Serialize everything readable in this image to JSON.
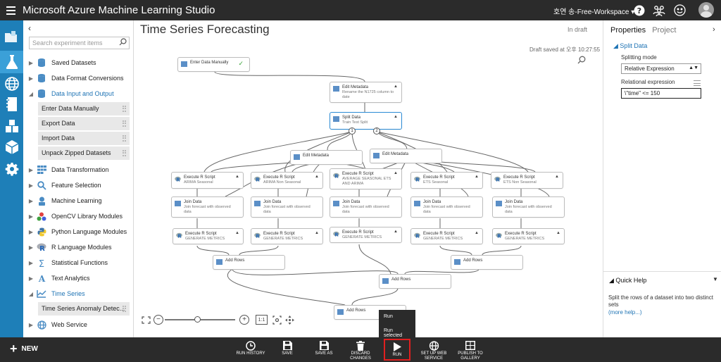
{
  "app": {
    "title": "Microsoft Azure Machine Learning Studio",
    "workspace": "호연 송-Free-Workspace ▾"
  },
  "palette": {
    "collapse_glyph": "‹",
    "search_placeholder": "Search experiment items",
    "categories": [
      {
        "label": "Saved Datasets",
        "icon": "database-icon",
        "expanded": false
      },
      {
        "label": "Data Format Conversions",
        "icon": "database-icon",
        "expanded": false
      },
      {
        "label": "Data Input and Output",
        "icon": "database-icon",
        "expanded": true,
        "items": [
          "Enter Data Manually",
          "Export Data",
          "Import Data",
          "Unpack Zipped Datasets"
        ]
      },
      {
        "label": "Data Transformation",
        "icon": "grid-icon",
        "expanded": false
      },
      {
        "label": "Feature Selection",
        "icon": "magnifier-icon",
        "expanded": false
      },
      {
        "label": "Machine Learning",
        "icon": "machine-learning-icon",
        "expanded": false
      },
      {
        "label": "OpenCV Library Modules",
        "icon": "opencv-icon",
        "expanded": false
      },
      {
        "label": "Python Language Modules",
        "icon": "python-icon",
        "expanded": false
      },
      {
        "label": "R Language Modules",
        "icon": "r-icon",
        "expanded": false
      },
      {
        "label": "Statistical Functions",
        "icon": "sigma-icon",
        "expanded": false
      },
      {
        "label": "Text Analytics",
        "icon": "text-icon",
        "expanded": false
      },
      {
        "label": "Time Series",
        "icon": "timeseries-icon",
        "expanded": true,
        "items": [
          "Time Series Anomaly Detec..."
        ]
      },
      {
        "label": "Web Service",
        "icon": "globe-icon",
        "expanded": false
      }
    ]
  },
  "canvas": {
    "title": "Time Series Forecasting",
    "status": "In draft",
    "saved": "Draft saved at 오후 10:27:55",
    "nodes": {
      "enter": {
        "title": "Enter Data Manually"
      },
      "meta1": {
        "title": "Edit Metadata",
        "sub": "Rename the N1725 column to date"
      },
      "split": {
        "title": "Split Data",
        "sub": "Train Test Split"
      },
      "meta2": {
        "title": "Edit Metadata"
      },
      "meta3": {
        "title": "Edit Metadata"
      },
      "r1": {
        "title": "Execute R Script",
        "sub": "ARIMA Seasonal"
      },
      "r2": {
        "title": "Execute R Script",
        "sub": "ARIMA Non Seasonal"
      },
      "r3": {
        "title": "Execute R Script",
        "sub": "AVERAGE SEASONAL ETS AND ARIMA"
      },
      "r4": {
        "title": "Execute R Script",
        "sub": "ETS Seasonal"
      },
      "r5": {
        "title": "Execute R Script",
        "sub": "ETS Non Seasonal"
      },
      "j1": {
        "title": "Join Data",
        "sub": "Join forecast with observed data"
      },
      "j2": {
        "title": "Join Data",
        "sub": "Join forecast with observed data"
      },
      "j3": {
        "title": "Join Data",
        "sub": "Join forecast with observed data"
      },
      "j4": {
        "title": "Join Data",
        "sub": "Join forecast with observed data"
      },
      "j5": {
        "title": "Join Data",
        "sub": "Join forecast with observed data"
      },
      "g1": {
        "title": "Execute R Script",
        "sub": "GENERATE METRICS"
      },
      "g2": {
        "title": "Execute R Script",
        "sub": "GENERATE METRICS"
      },
      "g3": {
        "title": "Execute R Script",
        "sub": "GENERATE METRICS"
      },
      "g4": {
        "title": "Execute R Script",
        "sub": "GENERATE METRICS"
      },
      "g5": {
        "title": "Execute R Script",
        "sub": "GENERATE METRICS"
      },
      "a1": {
        "title": "Add Rows"
      },
      "a2": {
        "title": "Add Rows"
      },
      "a3": {
        "title": "Add Rows"
      },
      "a4": {
        "title": "Add Rows"
      }
    },
    "ports": {
      "p1": "1",
      "p2": "2"
    },
    "zoom": {
      "minus": "−",
      "plus": "+",
      "actual_size": "1:1"
    },
    "run_menu": {
      "run": "Run",
      "run_selected": "Run selected"
    }
  },
  "properties": {
    "tab_properties": "Properties",
    "tab_project": "Project",
    "collapse_glyph": "›",
    "section": "Split Data",
    "splitting_mode_label": "Splitting mode",
    "splitting_mode_value": "Relative Expression",
    "relational_label": "Relational expression",
    "relational_value": "\\\"time\" <= 150",
    "quick_help_title": "Quick Help",
    "quick_help_text": "Split the rows of a dataset into two distinct sets",
    "more_help": "(more help...)"
  },
  "bottombar": {
    "new": "NEW",
    "commands": {
      "run_history": "RUN HISTORY",
      "save": "SAVE",
      "save_as": "SAVE AS",
      "discard": "DISCARD CHANGES",
      "run": "RUN",
      "setup_web": "SET UP WEB SERVICE",
      "publish": "PUBLISH TO GALLERY"
    }
  },
  "colors": {
    "accent": "#1e7fb8",
    "dark_bar": "#2b2b2b",
    "link": "#1e73b4",
    "run_highlight": "#e02020",
    "selected_border": "#2a8ad4"
  }
}
